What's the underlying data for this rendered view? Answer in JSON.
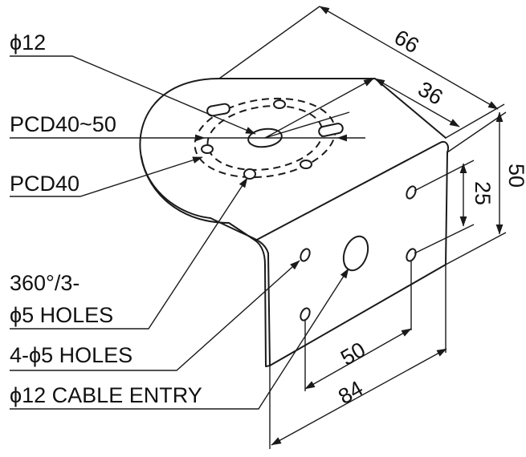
{
  "callouts": {
    "dia12": "ϕ12",
    "pcd_range": "PCD40~50",
    "pcd40": "PCD40",
    "holes_360_line1": "360°/3-",
    "holes_360_line2": "ϕ5 HOLES",
    "holes_4": "4-ϕ5 HOLES",
    "cable_entry": "ϕ12 CABLE ENTRY"
  },
  "dimensions": {
    "d66": "66",
    "d36": "36",
    "d50_vertical": "50",
    "d25": "25",
    "d50_horizontal": "50",
    "d84": "84"
  }
}
